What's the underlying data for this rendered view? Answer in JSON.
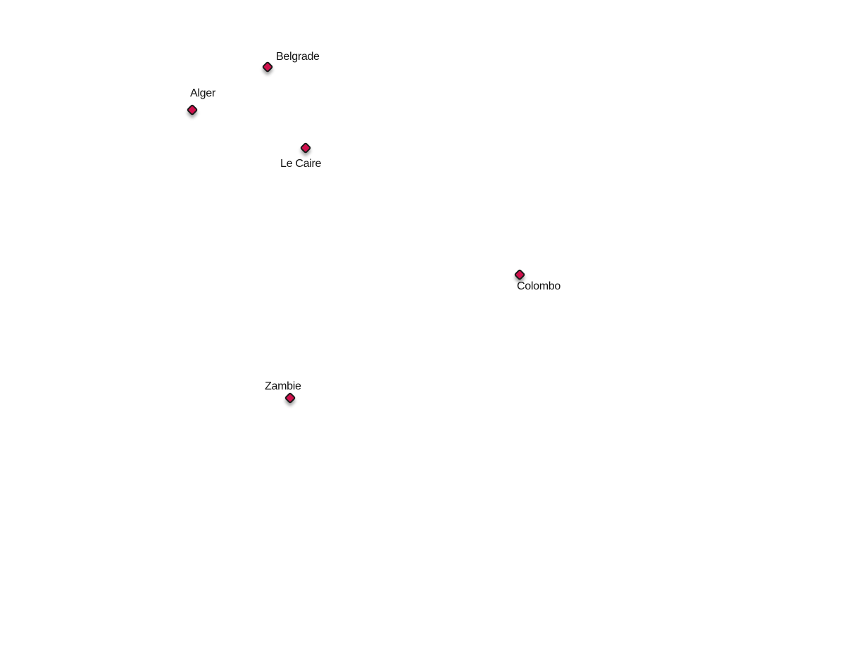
{
  "map": {
    "marker_color": "#d0104c",
    "marker_icon": "diamond-marker-icon",
    "places": [
      {
        "id": "belgrade",
        "name": "Belgrade"
      },
      {
        "id": "alger",
        "name": "Alger"
      },
      {
        "id": "le-caire",
        "name": "Le Caire"
      },
      {
        "id": "colombo",
        "name": "Colombo"
      },
      {
        "id": "zambie",
        "name": "Zambie"
      }
    ]
  }
}
